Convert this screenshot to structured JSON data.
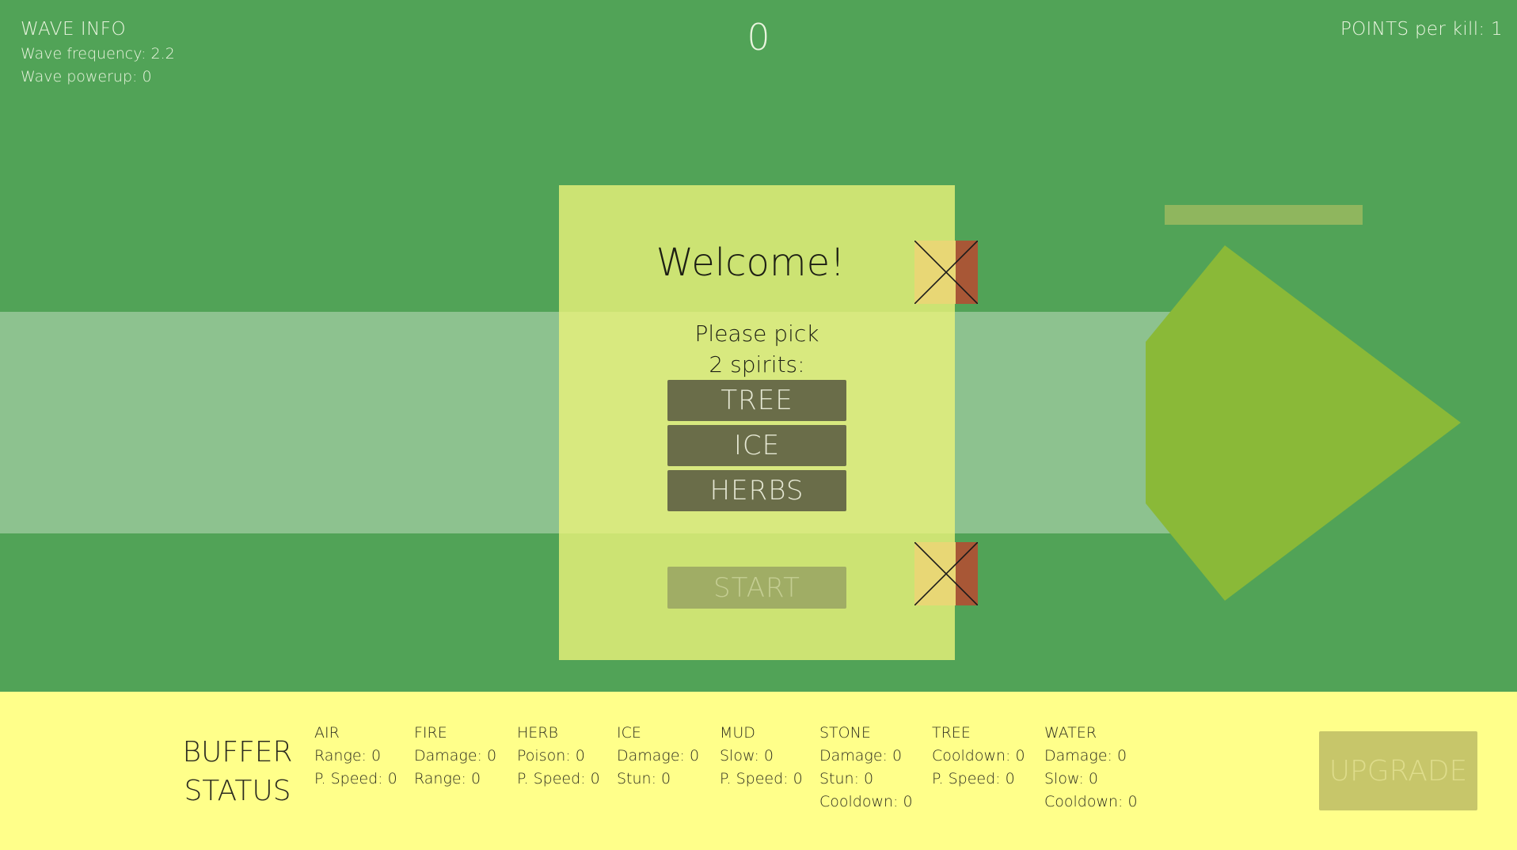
{
  "wave_info": {
    "title": "WAVE INFO",
    "frequency": "Wave frequency: 2.2",
    "powerup": "Wave powerup: 0"
  },
  "score": "0",
  "points_per_kill": "POINTS per kill: 1",
  "dialog": {
    "title": "Welcome!",
    "prompt_line1": "Please pick",
    "prompt_line2": "2 spirits:",
    "options": [
      "TREE",
      "ICE",
      "HERBS"
    ],
    "start_label": "START"
  },
  "buffer": {
    "title_line1": "BUFFER",
    "title_line2": "STATUS",
    "upgrade_label": "UPGRADE",
    "columns": [
      {
        "name": "AIR",
        "stats": [
          "Range: 0",
          "P. Speed: 0"
        ]
      },
      {
        "name": "FIRE",
        "stats": [
          "Damage: 0",
          "Range: 0"
        ]
      },
      {
        "name": "HERB",
        "stats": [
          "Poison: 0",
          "P. Speed: 0"
        ]
      },
      {
        "name": "ICE",
        "stats": [
          "Damage: 0",
          "Stun: 0"
        ]
      },
      {
        "name": "MUD",
        "stats": [
          "Slow: 0",
          "P. Speed: 0"
        ]
      },
      {
        "name": "STONE",
        "stats": [
          "Damage: 0",
          "Stun: 0",
          "Cooldown: 0"
        ]
      },
      {
        "name": "TREE",
        "stats": [
          "Cooldown: 0",
          "P. Speed: 0"
        ]
      },
      {
        "name": "WATER",
        "stats": [
          "Damage: 0",
          "Slow: 0",
          "Cooldown: 0"
        ]
      }
    ]
  },
  "colors": {
    "grass": "#51a357",
    "path": "#8dc28f",
    "base": "#8ab938",
    "dialog": "#dbea7d",
    "button": "#6a6d49",
    "buffer_bar": "#ffff8a"
  }
}
